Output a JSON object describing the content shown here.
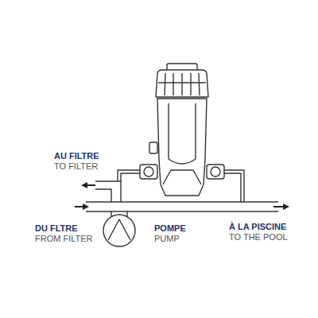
{
  "diagram": {
    "labels": [
      "AU FILTRE",
      "TO FILTER",
      "DU FLTRE",
      "FROM FILTER",
      "POMPE",
      "PUMP",
      "À LA PISCINE",
      "TO THE POOL"
    ]
  }
}
